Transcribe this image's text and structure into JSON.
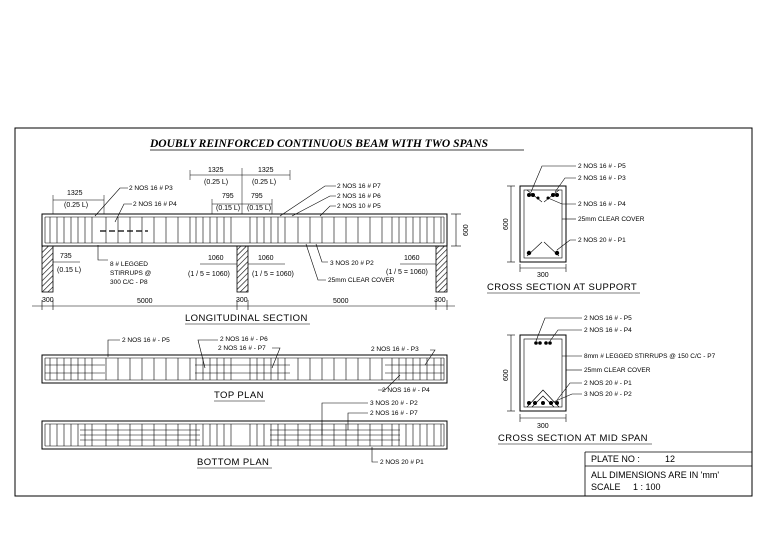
{
  "title": "DOUBLY REINFORCED CONTINUOUS BEAM WITH TWO SPANS",
  "long_section": {
    "heading": "LONGITUDINAL SECTION",
    "dim_1325_a": "1325",
    "dim_025L_a": "(0.25 L)",
    "dim_1325_b": "1325",
    "dim_025L_b": "(0.25 L)",
    "dim_1325_c": "1325",
    "dim_025L_c": "(0.25 L)",
    "dim_795_a": "795",
    "dim_015L_a": "(0.15 L)",
    "dim_795_b": "795",
    "dim_015L_b": "(0.15 L)",
    "dim_735": "735",
    "dim_015L_c": "(0.15 L)",
    "dim_1060_a": "1060",
    "dim_1060_a_sub": "(1 / 5 = 1060)",
    "dim_1060_b": "1060",
    "dim_1060_b_sub": "(1 / 5 = 1060)",
    "dim_1060_c": "1060",
    "dim_1060_c_sub": "(1 / 5 = 1060)",
    "dim_600": "600",
    "dim_300_a": "300",
    "dim_300_b": "300",
    "dim_300_c": "300",
    "dim_5000_a": "5000",
    "dim_5000_b": "5000",
    "lbl_p3": "2 NOS 16 # P3",
    "lbl_p4": "2 NOS 16 # P4",
    "lbl_p7": "2 NOS 16 # P7",
    "lbl_p6": "2 NOS 16 # P6",
    "lbl_p5": "2 NOS 10 # P5",
    "lbl_stirrup_1": "8 # LEGGED",
    "lbl_stirrup_2": "STIRRUPS @",
    "lbl_stirrup_3": "300 C/C - P8",
    "lbl_p2": "3 NOS 20 # P2",
    "lbl_cover": "25mm CLEAR COVER"
  },
  "top_plan": {
    "heading": "TOP PLAN",
    "lbl_p5": "2 NOS 16 # - P5",
    "lbl_p6": "2 NOS 16 # - P6",
    "lbl_p7": "2 NOS 16 # - P7",
    "lbl_p3": "2 NOS 16 # - P3",
    "lbl_p4": "2 NOS 16 # - P4"
  },
  "bottom_plan": {
    "heading": "BOTTOM PLAN",
    "lbl_p2": "3 NOS 20 # - P2",
    "lbl_p7": "2 NOS 16 # - P7",
    "lbl_p1": "2 NOS 20 # P1"
  },
  "support_section": {
    "heading": "CROSS SECTION AT SUPPORT",
    "lbl_p5": "2 NOS 16 # - P5",
    "lbl_p3": "2 NOS 16 # - P3",
    "lbl_p4": "2 NOS 16 # - P4",
    "lbl_cover": "25mm CLEAR COVER",
    "lbl_p1": "2 NOS 20 # - P1",
    "dim_600": "600",
    "dim_300": "300"
  },
  "midspan_section": {
    "heading": "CROSS SECTION AT MID SPAN",
    "lbl_p5": "2 NOS 16 # - P5",
    "lbl_p4": "2 NOS 16 # - P4",
    "lbl_stirrups": "8mm # LEGGED STIRRUPS @ 150 C/C - P7",
    "lbl_cover": "25mm CLEAR COVER",
    "lbl_p1": "2 NOS 20 # - P1",
    "lbl_p2": "3 NOS 20 # - P2",
    "dim_600": "600",
    "dim_300": "300"
  },
  "title_block": {
    "plate_label": "PLATE NO  :",
    "plate_no": "12",
    "dims_note": "ALL DIMENSIONS ARE IN 'mm'",
    "scale_label": "SCALE",
    "scale_value": "1 : 100"
  }
}
